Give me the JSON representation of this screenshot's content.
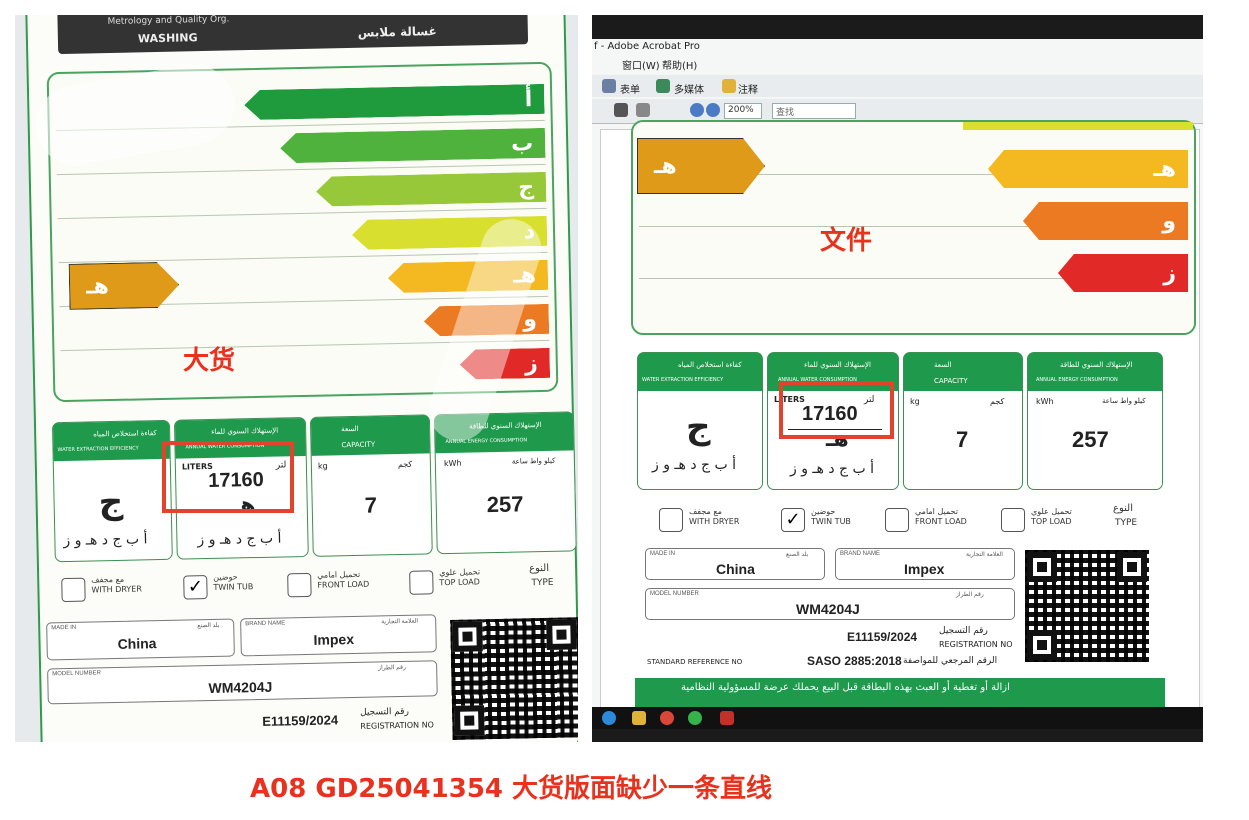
{
  "caption_left": "大货",
  "caption_right": "文件",
  "footer_title": "A08 GD25041354 大货版面缺少一条直线",
  "colors": {
    "accent_red": "#e3432b",
    "label_green": "#1f9a4d",
    "caption_red": "#e8321e"
  },
  "left_label": {
    "org_text": "Metrology and Quality Org.",
    "washing_text": "WASHING",
    "arabic_title": "غسالة ملابس",
    "grades": [
      "أ",
      "ب",
      "ج",
      "د",
      "هـ",
      "و",
      "ز"
    ],
    "indicator": "هـ",
    "water_title_ar": "الإستهلاك السنوي للماء",
    "water_title_en": "ANNUAL WATER CONSUMPTION",
    "water_unit_en": "LITERS",
    "water_unit_ar": "لتر",
    "water_value": "17160",
    "water_grade": "هـ",
    "extract_title_ar": "كفاءة استخلاص المياه",
    "extract_title_en": "WATER EXTRACTION EFFICIENCY",
    "extract_grade": "ج",
    "grade_scale": "أ ب ج د هـ و ز",
    "capacity_title_ar": "السعة",
    "capacity_title_en": "CAPACITY",
    "capacity_unit_en": "kg",
    "capacity_unit_ar": "كجم",
    "capacity_value": "7",
    "energy_title_ar": "الإستهلاك السنوي للطاقة",
    "energy_title_en": "ANNUAL ENERGY CONSUMPTION",
    "energy_unit_en": "kWh",
    "energy_unit_ar": "كيلو واط ساعة",
    "energy_value": "257",
    "types": [
      {
        "ar": "مع مجفف",
        "en": "WITH DRYER"
      },
      {
        "ar": "حوضين",
        "en": "TWIN TUB"
      },
      {
        "ar": "تحميل امامي",
        "en": "FRONT LOAD"
      },
      {
        "ar": "تحميل علوي",
        "en": "TOP LOAD"
      }
    ],
    "type_ar": "النوع",
    "type_en": "TYPE",
    "made_in_label": "MADE IN",
    "made_in_ar": "بلد الصنع",
    "made_in": "China",
    "brand_label": "BRAND NAME",
    "brand_ar": "العلامة التجارية",
    "brand": "Impex",
    "model_label": "MODEL NUMBER",
    "model_ar": "رقم الطراز",
    "model": "WM4204J",
    "registration": "E11159/2024",
    "registration_ar": "رقم التسجيل",
    "registration_en": "REGISTRATION NO"
  },
  "right_window": {
    "title": "f - Adobe Acrobat Pro",
    "menus": [
      "窗口(W)",
      "帮助(H)"
    ],
    "toolbar": [
      "表单",
      "多媒体",
      "注释"
    ],
    "zoom": "200%",
    "search_placeholder": "查找",
    "standard_ref_label": "STANDARD REFERENCE NO",
    "standard_ref": "SASO 2885:2018",
    "standard_ref_ar": "الرقم المرجعي للمواصفة",
    "warning_ar": "ازالة أو تغطية أو العبث بهذه البطاقة قبل البيع يحملك عرضة للمسؤولية النظامية"
  }
}
